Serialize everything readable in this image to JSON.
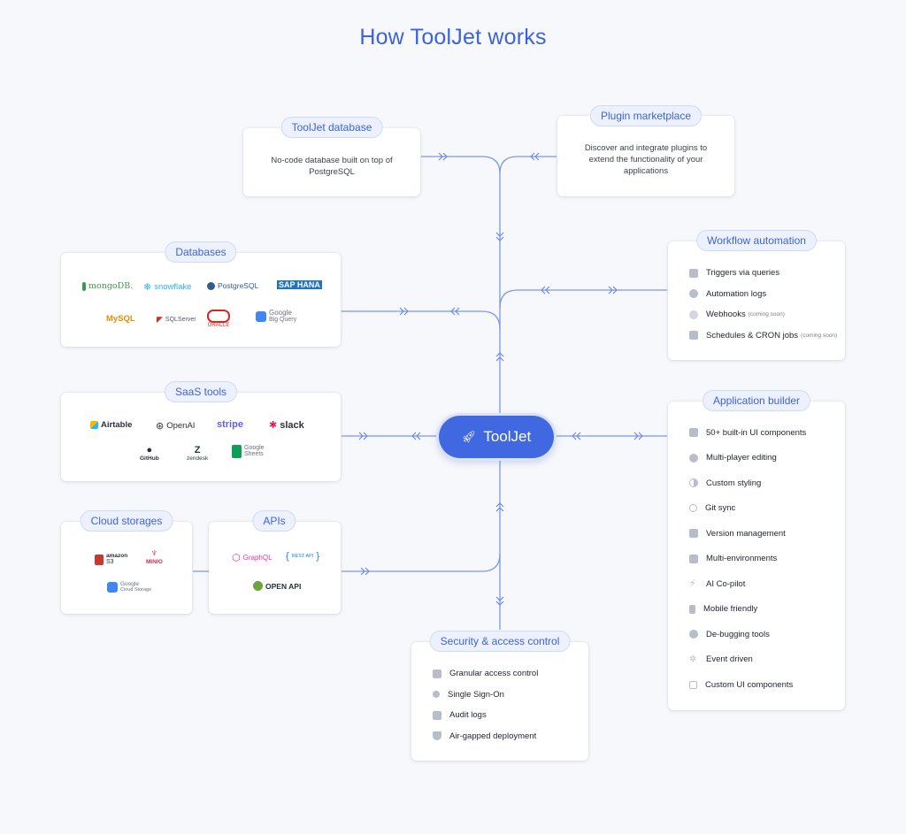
{
  "title": "How ToolJet works",
  "center": {
    "label": "ToolJet",
    "icon": "rocket-icon"
  },
  "tooljet_database": {
    "label": "ToolJet database",
    "description_lines": [
      "No-code database built on top of",
      "PostgreSQL"
    ]
  },
  "plugin_marketplace": {
    "label": "Plugin marketplace",
    "description_lines": [
      "Discover and integrate plugins to",
      "extend the functionality of your",
      "applications"
    ]
  },
  "databases": {
    "label": "Databases",
    "logos": [
      {
        "text": "mongoDB.",
        "color": "#3d9a47"
      },
      {
        "text": "snowflake",
        "color": "#29b5e8"
      },
      {
        "text": "PostgreSQL",
        "color": "#2f5d8c"
      },
      {
        "text": "SAP HANA",
        "color": "#1d74c9"
      },
      {
        "text": "MySQL",
        "color": "#e48e00"
      },
      {
        "text": "SQLServer",
        "color": "#555b66"
      },
      {
        "text": "ORACLE",
        "color": "#d6281f"
      },
      {
        "text": "Google",
        "sub": "Big Query",
        "color": "#6b7280"
      }
    ]
  },
  "saas_tools": {
    "label": "SaaS tools",
    "logos": [
      {
        "text": "Airtable",
        "color": "#222"
      },
      {
        "text": "OpenAI",
        "color": "#222"
      },
      {
        "text": "stripe",
        "color": "#635bff"
      },
      {
        "text": "slack",
        "color": "#222"
      },
      {
        "text": "GitHub",
        "color": "#222"
      },
      {
        "text": "zendesk",
        "color": "#1f3a3d"
      },
      {
        "text": "Google",
        "sub": "Sheets",
        "color": "#6b7280"
      }
    ]
  },
  "cloud_storages": {
    "label": "Cloud storages",
    "logos": [
      {
        "text": "amazon",
        "sub": "S3",
        "color": "#222"
      },
      {
        "text": "MINIO",
        "color": "#c72c48"
      },
      {
        "text": "Google",
        "sub": "Cloud Storage",
        "color": "#6b7280"
      }
    ]
  },
  "apis": {
    "label": "APIs",
    "logos": [
      {
        "text": "GraphQL",
        "color": "#e535ab"
      },
      {
        "text": "REST API",
        "color": "#1f7fd8"
      },
      {
        "text": "OPEN API",
        "color": "#222"
      }
    ]
  },
  "workflow_automation": {
    "label": "Workflow automation",
    "items": [
      {
        "text": "Triggers via queries",
        "note": ""
      },
      {
        "text": "Automation logs",
        "note": ""
      },
      {
        "text": "Webhooks",
        "note": "(coming soon)"
      },
      {
        "text": "Schedules & CRON jobs",
        "note": "(coming soon)"
      }
    ]
  },
  "application_builder": {
    "label": "Application builder",
    "items": [
      {
        "text": "50+ built-in UI components"
      },
      {
        "text": "Multi-player editing"
      },
      {
        "text": "Custom styling"
      },
      {
        "text": "Git sync"
      },
      {
        "text": "Version management"
      },
      {
        "text": "Multi-environments"
      },
      {
        "text": "AI Co-pilot"
      },
      {
        "text": "Mobile friendly"
      },
      {
        "text": "De-bugging tools"
      },
      {
        "text": "Event driven"
      },
      {
        "text": "Custom UI components"
      }
    ]
  },
  "security": {
    "label": "Security & access control",
    "items": [
      {
        "text": "Granular access control"
      },
      {
        "text": "Single Sign-On"
      },
      {
        "text": "Audit logs"
      },
      {
        "text": "Air-gapped deployment"
      }
    ]
  },
  "colors": {
    "accent": "#3c63d9",
    "line": "#6f8ee6",
    "icon_gray": "#b9bdc7"
  }
}
